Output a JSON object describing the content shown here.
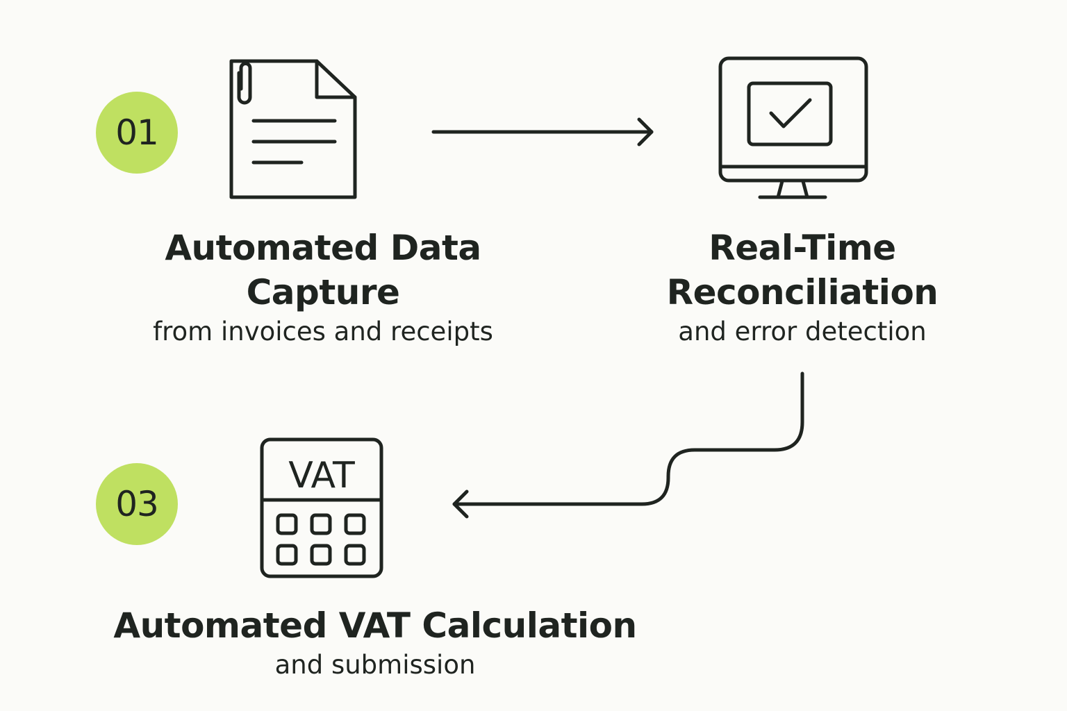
{
  "colors": {
    "background": "#fbfbf8",
    "badge": "#bfe061",
    "ink": "#1f2420"
  },
  "steps": [
    {
      "number": "01",
      "icon": "document-with-paperclip-icon",
      "title_line1": "Automated Data",
      "title_line2": "Capture",
      "subtitle": "from invoices and receipts"
    },
    {
      "icon": "monitor-checkmark-icon",
      "title_line1": "Real-Time",
      "title_line2": "Reconciliation",
      "subtitle": "and error detection"
    },
    {
      "number": "03",
      "icon": "vat-calculator-icon",
      "icon_label": "VAT",
      "title_line1": "Automated VAT Calculation",
      "subtitle": "and submission"
    }
  ],
  "connectors": [
    {
      "from": "step-1",
      "to": "step-2",
      "icon": "arrow-right-icon"
    },
    {
      "from": "step-2",
      "to": "step-3",
      "icon": "curved-arrow-left-icon"
    }
  ]
}
